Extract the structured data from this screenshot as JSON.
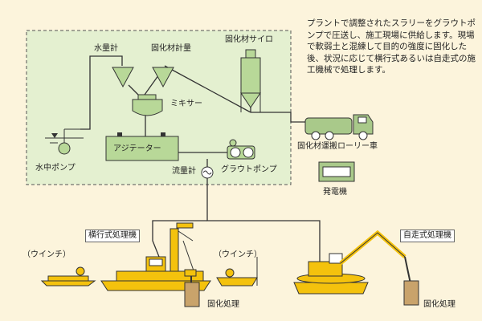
{
  "description": "プラントで調整されたスラリーをグラウトポンプで圧送し、施工現場に供給します。現場で軟弱土と混練して目的の強度に固化した後、状況に応じて横行式あるいは自走式の施工機械で処理します。",
  "labels": {
    "water_meter": "水量計",
    "solidifier_meter": "固化材計量",
    "silo": "固化材サイロ",
    "mixer": "ミキサー",
    "agitator": "アジテーター",
    "submersible_pump": "水中ポンプ",
    "flow_meter": "流量計",
    "grout_pump": "グラウトポンプ",
    "truck": "固化材運搬ローリー車",
    "generator": "発電機",
    "traverse_machine": "横行式処理機",
    "self_propelled_machine": "自走式処理機",
    "winch_left": "（ウインチ）",
    "winch_right": "（ウインチ）",
    "solidification_left": "固化処理",
    "solidification_right": "固化処理"
  },
  "colors": {
    "background": "#fcf4dc",
    "plant_area": "#e4f0d0",
    "equipment": "#f4c20d",
    "plant_equipment": "#b8d898",
    "truck": "#a9c98a",
    "line": "#333333"
  }
}
